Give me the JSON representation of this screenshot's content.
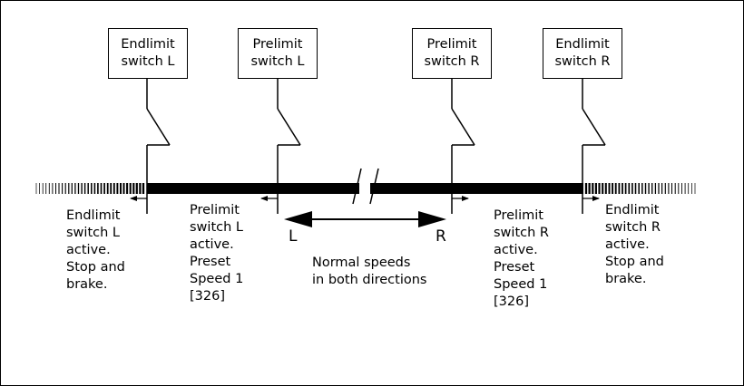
{
  "switches": [
    {
      "id": "endlimit-l",
      "label": "Endlimit\nswitch L"
    },
    {
      "id": "prelimit-l",
      "label": "Prelimit\nswitch L"
    },
    {
      "id": "prelimit-r",
      "label": "Prelimit\nswitch R"
    },
    {
      "id": "endlimit-r",
      "label": "Endlimit\nswitch R"
    }
  ],
  "zones": {
    "endlimit_l": "Endlimit\nswitch L\nactive.\nStop and\nbrake.",
    "prelimit_l": "Prelimit\nswitch L\nactive.\nPreset\nSpeed 1\n[326]",
    "normal": "Normal speeds\nin both directions",
    "prelimit_r": "Prelimit\nswitch R\nactive.\nPreset\nSpeed 1\n[326]",
    "endlimit_r": "Endlimit\nswitch R\nactive.\nStop and\nbrake."
  },
  "direction_labels": {
    "left": "L",
    "right": "R"
  }
}
